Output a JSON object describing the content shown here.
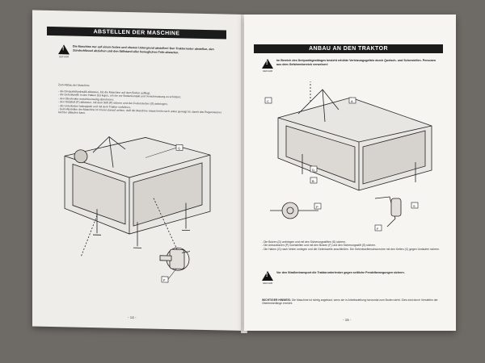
{
  "left_page": {
    "title": "ABSTELLEN DER MASCHINE",
    "warning_label": "GEFAHR",
    "warning_text": "Die Maschine nur auf einem festen und ebenen Untergrund abstellen! Den Traktormotor abstellen, den Zündschlüssel abziehen und den Stillstand aller beweglichen Teile abwarten.",
    "intro": "Zum Abbau der Maschine",
    "steps": [
      "- die Dreipunkthydraulik ablassen, bis die Maschine auf dem Boden aufliegt;",
      "- die Gelenkwelle in den Haken (G) legen, um sie vor Bodenkontakt und Verschmutzung zu schützen;",
      "- den Oberlenker maschinenseitig abnehmen;",
      "- den Stützfuß (F) ablassen, mit dem Stift (P) sichern und den Federstecker (S) anbringen;",
      "- die Unterlenker loskoppeln und mit dem Traktor vorfahren;",
      "- beim Abstellen der Maschine im Freien darauf achten, daß die Maschine etwas leicht nach unten geneigt ist, damit das Regenwasser leichter ablaufen kann."
    ],
    "callouts": [
      "G",
      "F"
    ],
    "page_number": "- 14 -"
  },
  "right_page": {
    "title": "ANBAU AN DEN TRAKTOR",
    "warning_label": "GEFAHR",
    "warning_text": "Im Bereich des Dreipunktgestänges besteht erhöhte Verletzungsgefahr durch Quetsch- und Scherstellen. Personen aus dem Gefahrenbereich verweisen!",
    "callouts": [
      "C",
      "A",
      "D",
      "B",
      "P",
      "S",
      "F"
    ],
    "steps": [
      "- Die Bolzen (D) anbringen und mit den Sicherungsstiften (S) sichern.",
      "- Die Anbaubolzen (P) hochstellen und mit den Bolzen (F) und den Sicherungsstift (S) sichern.",
      "- Die Haken (G) nach hinten umlegen und die Gelenkwelle anschließen. Die Gelenkwellenschutzrohre mit den Ketten (C) gegen Umlaufen sichern."
    ],
    "warning2_label": "GEFAHR",
    "warning2_text": "Vor den Straßentransport die Traktorunterlenker gegen seitliche Pendelbewegungen sichern.",
    "hint_label": "WICHTIGER HINWEIS:",
    "hint_text": "Die Maschine ist richtig angebaut, wenn sie in Arbeitsstellung horizontal zum Boden steht. Dies wird durch Verstellen der Oberlenkerlänge erreicht.",
    "page_number": "- 15 -"
  }
}
